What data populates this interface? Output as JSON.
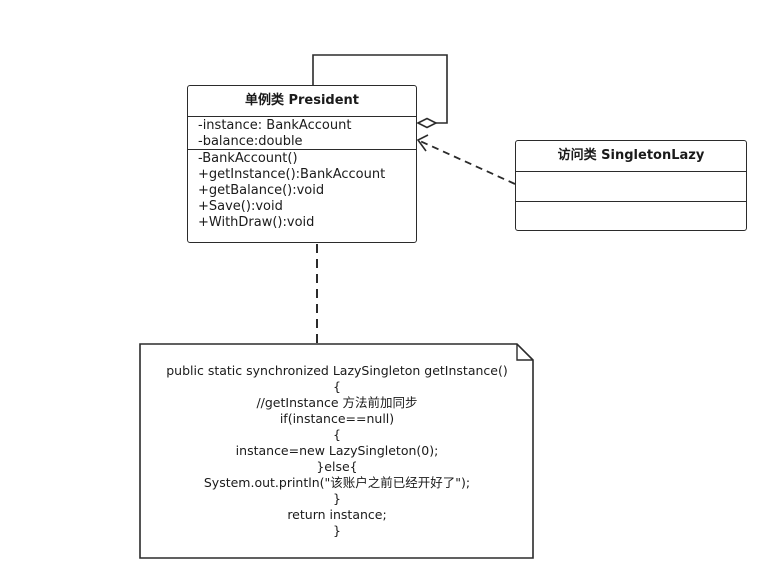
{
  "president": {
    "title": "单例类 President",
    "attributes": [
      "-instance: BankAccount",
      "-balance:double"
    ],
    "operations": [
      "-BankAccount()",
      "+getInstance():BankAccount",
      "+getBalance():void",
      "+Save():void",
      "+WithDraw():void"
    ]
  },
  "lazy": {
    "title": "访问类 SingletonLazy",
    "attributes": [],
    "operations": []
  },
  "note": {
    "lines": [
      "public static synchronized LazySingleton getInstance()",
      "{",
      "//getInstance 方法前加同步",
      "if(instance==null)",
      "{",
      "instance=new LazySingleton(0);",
      "}else{",
      "System.out.println(\"该账户之前已经开好了\");",
      "}",
      "return instance;",
      "}"
    ]
  },
  "relations": [
    {
      "from": "president",
      "to": "president",
      "kind": "aggregation-self"
    },
    {
      "from": "lazy",
      "to": "president",
      "kind": "dependency"
    },
    {
      "from": "note",
      "to": "president",
      "kind": "note-anchor"
    }
  ]
}
